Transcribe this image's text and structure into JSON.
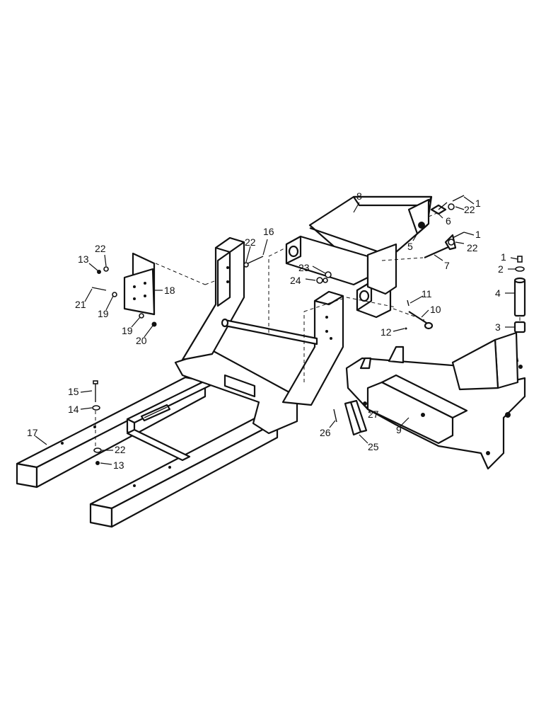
{
  "callouts": {
    "c1a": "1",
    "c22a": "22",
    "c6": "6",
    "c1b": "1",
    "c22b": "22",
    "c5": "5",
    "c7": "7",
    "c8": "8",
    "c1c": "1",
    "c2": "2",
    "c4": "4",
    "c3": "3",
    "c16": "16",
    "c22c": "22",
    "c22d": "22",
    "c13a": "13",
    "c18": "18",
    "c21": "21",
    "c19a": "19",
    "c19b": "19",
    "c20": "20",
    "c23": "23",
    "c24": "24",
    "c11": "11",
    "c10": "10",
    "c12": "12",
    "c15": "15",
    "c14": "14",
    "c17": "17",
    "c22e": "22",
    "c13b": "13",
    "c26": "26",
    "c27": "27",
    "c25": "25",
    "c9": "9"
  }
}
